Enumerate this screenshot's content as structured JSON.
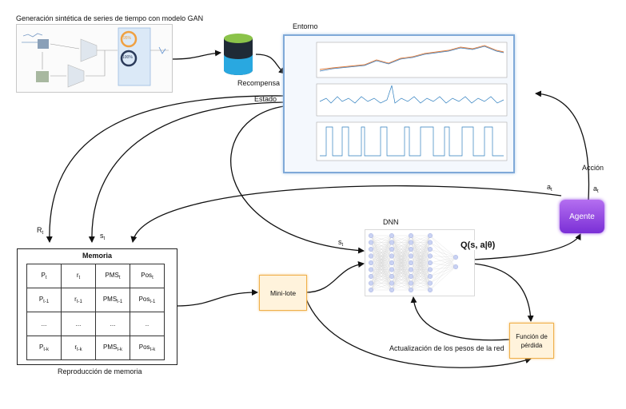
{
  "gan": {
    "title": "Generación sintética de series de tiempo  con modelo GAN",
    "gauge_top": "95%",
    "gauge_bottom": "100%"
  },
  "database": {
    "label": "Recompensa"
  },
  "environment": {
    "label": "Entorno"
  },
  "labels": {
    "estado": "Estado",
    "accion": "Acción",
    "dnn": "DNN",
    "update": "Actualización de los pesos de la red",
    "memory_caption": "Reproducción de memoria"
  },
  "memory": {
    "title": "Memoria",
    "rows": [
      [
        "P_t",
        "r_t",
        "PMS_t",
        "Pos_t"
      ],
      [
        "P_t-1",
        "r_t-1",
        "PMS_t-1",
        "Pos_t-1"
      ],
      [
        "...",
        "...",
        "...",
        ".."
      ],
      [
        "P_t-k",
        "r_t-k",
        "PMS_t-k",
        "Pos_t-k"
      ]
    ]
  },
  "minilote": {
    "label": "Mini-lote"
  },
  "loss": {
    "line1": "Función de",
    "line2": "pérdida"
  },
  "agent": {
    "label": "Agente"
  },
  "q_function": "Q(s, a|θ)",
  "flows": {
    "R": "R",
    "R_sub": "t",
    "s_left": "s",
    "s_left_sub": "t",
    "s_dnn": "s",
    "s_dnn_sub": "t",
    "a_mid": "a",
    "a_mid_sub": "t",
    "a_right": "a",
    "a_right_sub": "t"
  },
  "colors": {
    "env_border": "#7fa9d8",
    "agent": "#8a3fe0",
    "orange_box": "#f0b04a",
    "db_top": "#8bc34a",
    "db_bottom": "#29a8e0"
  }
}
